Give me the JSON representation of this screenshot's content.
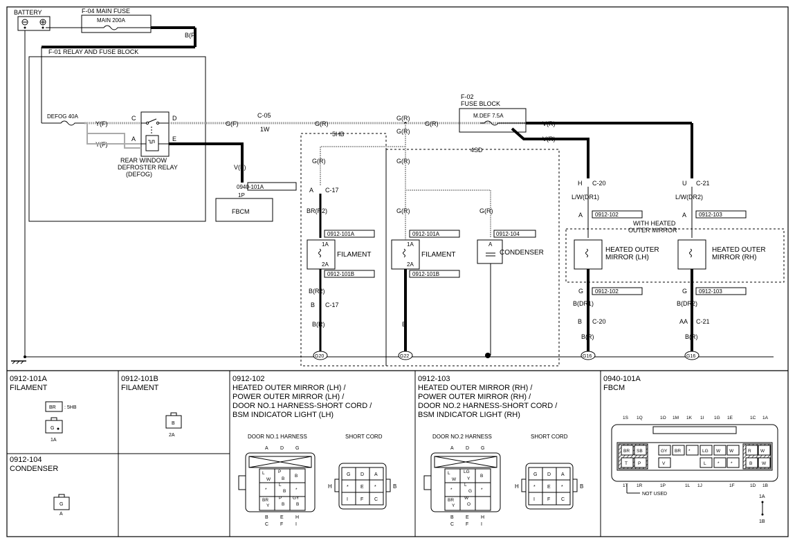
{
  "schematic": {
    "battery": "BATTERY",
    "main_fuse_block": "F-04 MAIN FUSE",
    "main_fuse": "MAIN 200A",
    "wire_bf": "B(F)",
    "relay_fuse_block": "F-01 RELAY AND FUSE BLOCK",
    "defog_fuse": "DEFOG 40A",
    "relay_name": [
      "REAR WINDOW",
      "DEFROSTER RELAY",
      "(DEFOG)"
    ],
    "relay_pins": {
      "c": "C",
      "d": "D",
      "a": "A",
      "e": "E"
    },
    "wire_yf": "Y(F)",
    "wire_gf": "G(F)",
    "wire_vf": "V(F)",
    "connector_c05": "C-05",
    "c05_pin": "1W",
    "fbcm_connector": "0940-101A",
    "fbcm_pin": "1P",
    "fbcm": "FBCM",
    "wire_gr": "G(R)",
    "fuse_block_f02": [
      "F-02",
      "FUSE BLOCK"
    ],
    "mdef_fuse": "M.DEF 7.5A",
    "wire_vr": "V(R)",
    "variant_5hb": "5HB",
    "variant_4sd": "4SD",
    "c17": "C-17",
    "pin_a": "A",
    "pin_b": "B",
    "wire_brr2": "BR(R2)",
    "wire_br2": "B(R2)",
    "wire_br": "B(R)",
    "wire_b": "B",
    "conn_101a": "0912-101A",
    "conn_101b": "0912-101B",
    "conn_104": "0912-104",
    "conn_102": "0912-102",
    "conn_103": "0912-103",
    "pin_1a": "1A",
    "pin_2a": "2A",
    "filament": "FILAMENT",
    "condenser": "CONDENSER",
    "c20": "C-20",
    "c21": "C-21",
    "pin_h": "H",
    "pin_u": "U",
    "pin_g": "G",
    "pin_aa": "AA",
    "wire_lwdr1": "L/W(DR1)",
    "wire_lwdr2": "L/W(DR2)",
    "wire_bdr1": "B(DR1)",
    "wire_bdr2": "B(DR2)",
    "with_heated": [
      "WITH HEATED",
      "OUTER MIRROR"
    ],
    "mirror_lh": [
      "HEATED OUTER",
      "MIRROR (LH)"
    ],
    "mirror_rh": [
      "HEATED OUTER",
      "MIRROR (RH)"
    ],
    "g20": "G20",
    "g22": "G22",
    "g16": "G16"
  },
  "panels": {
    "p101a": {
      "id": "0912-101A",
      "name": "FILAMENT",
      "br": "BR",
      "tag": ": 5HB",
      "g": "G",
      "pin": "1A"
    },
    "p101b": {
      "id": "0912-101B",
      "name": "FILAMENT",
      "b": "B",
      "pin": "2A"
    },
    "p104": {
      "id": "0912-104",
      "name": "CONDENSER",
      "g": "G",
      "pin": "A"
    },
    "p102": {
      "id": "0912-102",
      "lines": [
        "HEATED OUTER MIRROR (LH) /",
        "POWER OUTER MIRROR (LH) /",
        "DOOR NO.1 HARNESS-SHORT CORD /",
        "BSM INDICATOR LIGHT (LH)"
      ],
      "harness": "DOOR NO.1 HARNESS",
      "short_cord": "SHORT CORD"
    },
    "p103": {
      "id": "0912-103",
      "lines": [
        "HEATED OUTER MIRROR (RH) /",
        "POWER OUTER MIRROR (RH) /",
        "DOOR NO.2 HARNESS-SHORT CORD /",
        "BSM INDICATOR LIGHT (RH)"
      ],
      "harness": "DOOR NO.2 HARNESS",
      "short_cord": "SHORT CORD"
    },
    "p0940": {
      "id": "0940-101A",
      "name": "FBCM",
      "not_used": "NOT USED",
      "pin_1a": "1A",
      "pin_1b": "1B"
    },
    "harness_pins": {
      "top": [
        "A",
        "D",
        "G"
      ],
      "bottom1": [
        "B",
        "E",
        "H"
      ],
      "bottom2": [
        "C",
        "F",
        "I"
      ],
      "side_h": "H",
      "side_b": "B"
    },
    "harness1_cells": [
      "L",
      "W",
      "P",
      "B",
      "B",
      "*",
      "L",
      "B",
      "*",
      "BR",
      "Y",
      "P",
      "B",
      "GY",
      "B"
    ],
    "harness2_cells": [
      "L",
      "W",
      "LG",
      "Y",
      "B",
      "*",
      "L",
      "G",
      "*",
      "BR",
      "Y",
      "W",
      "O"
    ],
    "short_cells": [
      "G",
      "D",
      "A",
      "*",
      "E",
      "*",
      "I",
      "F",
      "C"
    ],
    "fbcm_top_pins": [
      "1S",
      "1Q",
      "1O",
      "1M",
      "1K",
      "1I",
      "1G",
      "1E",
      "1C",
      "1A"
    ],
    "fbcm_bottom_pins": [
      "1T",
      "1R",
      "1P",
      "1L",
      "1J",
      "1F",
      "1D",
      "1B"
    ],
    "fbcm_cells": [
      "BR",
      "SB",
      "GY",
      "BR",
      "*",
      "LG",
      "W",
      "W",
      "R",
      "W",
      "T",
      "P",
      "V",
      "L",
      "*",
      "*",
      "B",
      "W"
    ]
  }
}
